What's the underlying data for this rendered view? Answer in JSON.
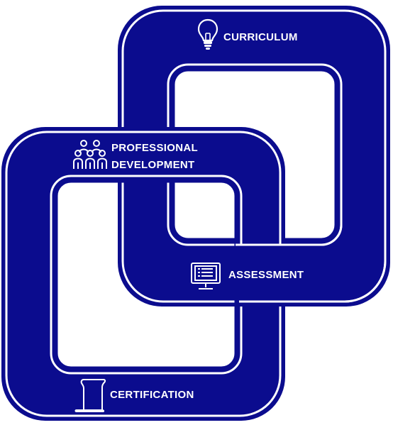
{
  "diagram": {
    "labels": {
      "curriculum": "CURRICULUM",
      "professional_line1": "PROFESSIONAL",
      "professional_line2": "DEVELOPMENT",
      "assessment": "ASSESSMENT",
      "certification": "CERTIFICATION"
    },
    "icons": {
      "curriculum": "lightbulb-icon",
      "professional": "people-group-icon",
      "assessment": "monitor-checklist-icon",
      "certification": "scroll-icon"
    },
    "colors": {
      "primary": "#0b0c8e",
      "outline": "#ffffff",
      "edge": "#0b0c8e"
    }
  }
}
